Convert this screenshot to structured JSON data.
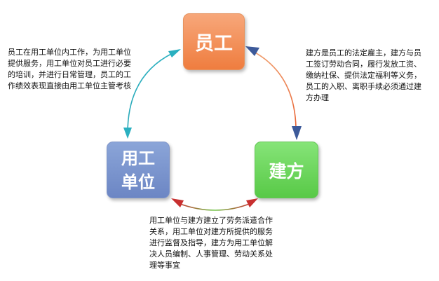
{
  "nodes": {
    "employee": {
      "label": "员工",
      "color": "#f08a50"
    },
    "agency": {
      "label": "建方",
      "color": "#63cf52"
    },
    "employer": {
      "label": "用工单位",
      "color": "#7690cc"
    }
  },
  "descriptions": {
    "left": "员工在用工单位内工作，为用工单位提供服务，用工单位对员工进行必要的培训，并进行日常管理，员工的工作绩效表现直接由用工单位主管考核",
    "right": "建方是员工的法定雇主，建方与员工签订劳动合同，履行发放工资、缴纳社保、提供法定福利等义务，员工的入职、离职手续必须通过建方办理",
    "bottom": "用工单位与建方建立了劳务派遣合作关系，用工单位对建方所提供的服务进行监督及指导，建方为用工单位解决人员编制、人事管理、劳动关系处理等事宜"
  },
  "arrows": {
    "left": {
      "color_start": "#2ab0c0",
      "color_end": "#5a86c8"
    },
    "right": {
      "color_start": "#f09a60",
      "color_end": "#3d5a9a"
    },
    "bottom": {
      "color_start": "#70c84a",
      "color_end": "#c83030"
    }
  }
}
